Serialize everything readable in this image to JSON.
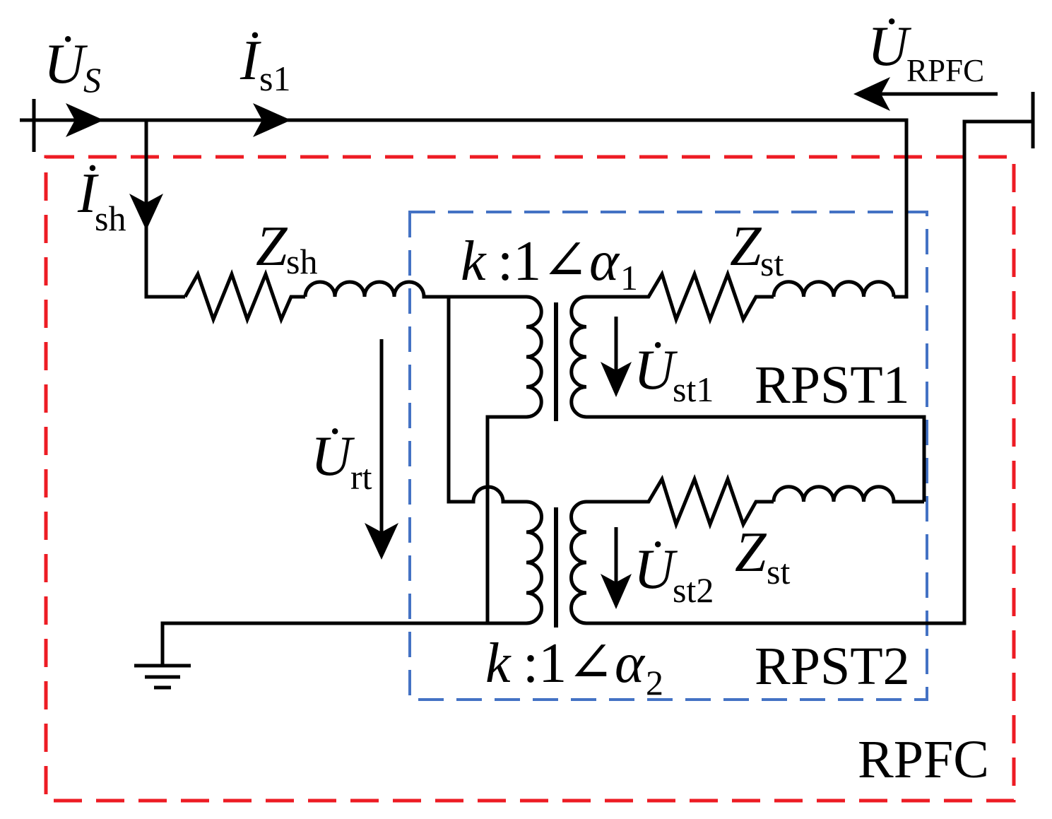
{
  "labels": {
    "us": {
      "symbol": "U̇",
      "sub": "S"
    },
    "is1": {
      "symbol": "İ",
      "sub": "s1"
    },
    "urpfc": {
      "symbol": "U̇",
      "sub": "RPFC"
    },
    "ish": {
      "symbol": "İ",
      "sub": "sh"
    },
    "zsh": {
      "symbol": "Z",
      "sub": "sh"
    },
    "ratio1": {
      "k": "k",
      "mid": ":1∠",
      "alpha": "α",
      "sub": "1"
    },
    "zst1": {
      "symbol": "Z",
      "sub": "st"
    },
    "ust1": {
      "symbol": "U̇",
      "sub": "st1"
    },
    "rpst1": "RPST1",
    "urt": {
      "symbol": "U̇",
      "sub": "rt"
    },
    "ust2": {
      "symbol": "U̇",
      "sub": "st2"
    },
    "zst2": {
      "symbol": "Z",
      "sub": "st"
    },
    "ratio2": {
      "k": "k",
      "mid": ":1∠",
      "alpha": "α",
      "sub": "2"
    },
    "rpst2": "RPST2",
    "rpfc": "RPFC"
  },
  "colors": {
    "wire": "#000000",
    "rpfc_box": "#ed1c24",
    "rpst_box": "#4472c4"
  }
}
